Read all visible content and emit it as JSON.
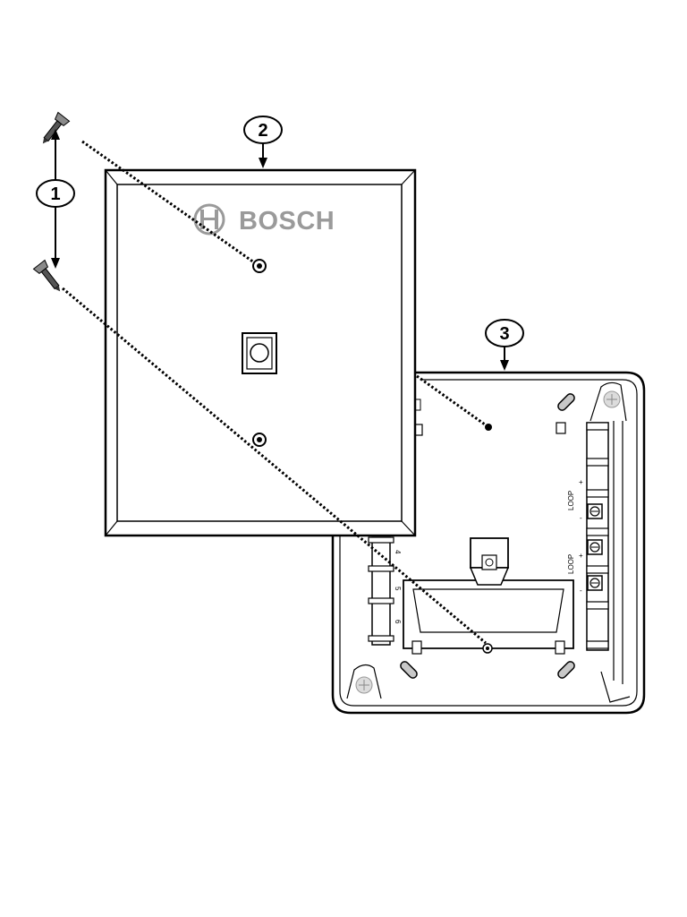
{
  "callouts": {
    "one": "1",
    "two": "2",
    "three": "3"
  },
  "brand": {
    "name": "BOSCH"
  },
  "terminals": {
    "loop_upper": "LOOP",
    "loop_lower": "LOOP",
    "plus_upper": "+",
    "minus_upper": "-",
    "plus_lower": "+",
    "minus_lower": "-",
    "t4": "4",
    "t5": "5",
    "t6": "6"
  },
  "colors": {
    "line": "#000000",
    "brand_gray": "#9a9a9a",
    "screw_gray": "#8a8a8a",
    "background": "#ffffff"
  }
}
